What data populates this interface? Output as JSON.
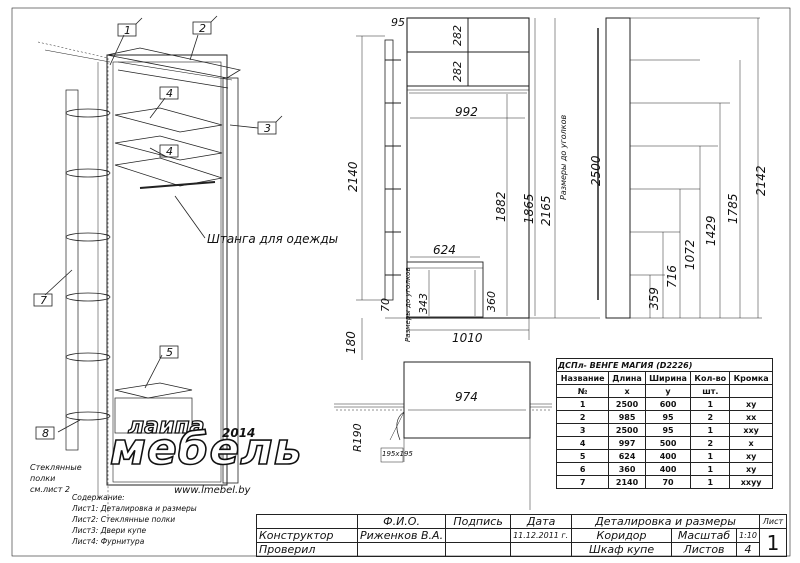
{
  "iso_view": {
    "callouts": [
      "1",
      "2",
      "4",
      "4",
      "3",
      "7",
      "5",
      "8"
    ],
    "rod_label": "Штанга для одежды",
    "glass_note": [
      "Стеклянные",
      "полки",
      "см.лист 2"
    ]
  },
  "contents": {
    "title": "Содержание:",
    "items": [
      "Лист1: Деталировка и размеры",
      "Лист2: Стеклянные полки",
      "Лист3: Двери купе",
      "Лист4: Фурнитура"
    ]
  },
  "logo": {
    "top": "лаипа",
    "main": "мебель",
    "year": "2014",
    "site": "www.lmebel.by",
    "small": "лаипа мебель"
  },
  "front_view": {
    "dims": {
      "top_gap": "95",
      "top_shelf_1": "282",
      "top_shelf_2": "282",
      "inner_width": "992",
      "total_height": "2140",
      "rod_height": "1882",
      "side_height": "1865",
      "to_corner": "2165",
      "to_corner_label": "Размеры до уголков",
      "drawer_width": "624",
      "drawer_height": "343",
      "drawer_side": "360",
      "plinth": "70",
      "base": "180",
      "outer_width": "1010",
      "drawer_corner_label": "Размеры до уголков"
    }
  },
  "side_view": {
    "dims": [
      "2500",
      "2142",
      "1785",
      "1429",
      "1072",
      "716",
      "359"
    ]
  },
  "plan_view": {
    "width": "974",
    "radius": "R190",
    "profile": "195x195"
  },
  "parts_table": {
    "title": "ДСПл- ВЕНГЕ МАГИЯ (D2226)",
    "headers": [
      "Название",
      "Длина",
      "Ширина",
      "Кол-во",
      "Кромка"
    ],
    "units": [
      "№",
      "x",
      "y",
      "шт.",
      ""
    ],
    "rows": [
      [
        "1",
        "2500",
        "600",
        "1",
        "xy"
      ],
      [
        "2",
        "985",
        "95",
        "2",
        "xx"
      ],
      [
        "3",
        "2500",
        "95",
        "1",
        "xxy"
      ],
      [
        "4",
        "997",
        "500",
        "2",
        "x"
      ],
      [
        "5",
        "624",
        "400",
        "1",
        "xy"
      ],
      [
        "6",
        "360",
        "400",
        "1",
        "xy"
      ],
      [
        "7",
        "2140",
        "70",
        "1",
        "xxyy"
      ]
    ]
  },
  "title_block": {
    "fio": "Ф.И.О.",
    "signature": "Подпись",
    "date_label": "Дата",
    "sheet_title": "Деталировка и размеры",
    "sheet_label": "Лист",
    "sheet_no": "1",
    "designer_role": "Конструктор",
    "designer": "Риженков В.А.",
    "date": "11.12.2011 г.",
    "room": "Коридор",
    "scale_label": "Масштаб",
    "scale": "1:10",
    "checker_role": "Проверил",
    "product": "Шкаф купе",
    "sheets_label": "Листов",
    "sheets": "4"
  }
}
